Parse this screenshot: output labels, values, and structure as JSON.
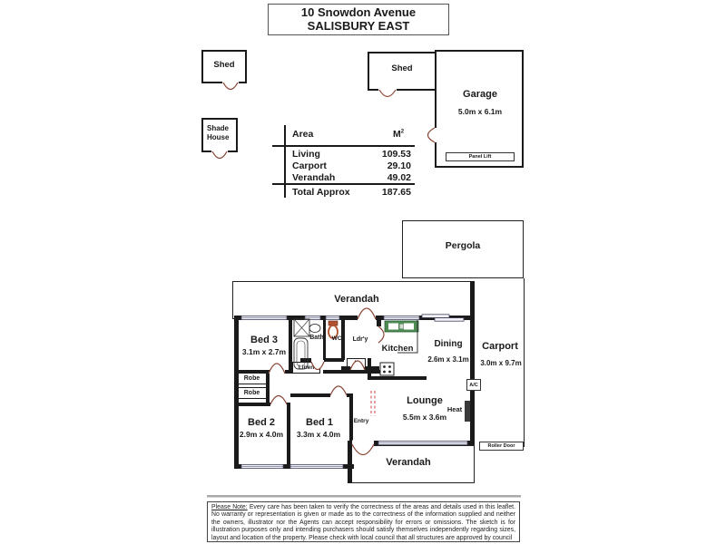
{
  "title": {
    "line1": "10 Snowdon Avenue",
    "line2": "SALISBURY EAST"
  },
  "outbuildings": {
    "shed_left": "Shed",
    "shade_house_line1": "Shade",
    "shade_house_line2": "House",
    "shed_right": "Shed",
    "garage": {
      "name": "Garage",
      "size": "5.0m x 6.1m",
      "door_label": "Panel Lift"
    },
    "pergola": "Pergola"
  },
  "area_table": {
    "col_area": "Area",
    "col_unit": "M",
    "col_unit_sup": "2",
    "rows": [
      {
        "label": "Living",
        "value": "109.53"
      },
      {
        "label": "Carport",
        "value": "29.10"
      },
      {
        "label": "Verandah",
        "value": "49.02"
      }
    ],
    "total_label": "Total Approx",
    "total_value": "187.65"
  },
  "floorplan": {
    "verandah_top": "Verandah",
    "verandah_bottom": "Verandah",
    "carport": {
      "name": "Carport",
      "size": "3.0m x 9.7m",
      "door_label": "Roller Door"
    },
    "bed1": {
      "name": "Bed 1",
      "size": "3.3m x 4.0m"
    },
    "bed2": {
      "name": "Bed 2",
      "size": "2.9m x 4.0m"
    },
    "bed3": {
      "name": "Bed 3",
      "size": "3.1m x 2.7m"
    },
    "lounge": {
      "name": "Lounge",
      "size": "5.5m x 3.6m"
    },
    "dining": {
      "name": "Dining",
      "size": "2.6m x 3.1m"
    },
    "kitchen": "Kitchen",
    "bath": "Bath",
    "wc": "WC",
    "laundry": "Ldr'y",
    "laundry_trough": "L",
    "linen": "Linen",
    "robe_top": "Robe",
    "robe_bottom": "Robe",
    "entry": "Entry",
    "heat": "Heat",
    "ac": "A/C"
  },
  "disclaimer": {
    "lead": "Please Note:",
    "body": "Every care has been taken to verify the correctness of the areas and details used in this leaflet. No warranty or representation is given or made as to the correctness of the information supplied and neither the owners, illustrator nor the Agents can accept responsibility for errors or omissions. The sketch is for illustration purposes only and intending purchasers should satisfy themselves independently regarding sizes, layout and location of the property. Please check with local council that all structures are approved by council"
  },
  "colors": {
    "wall": "#1a1a1a",
    "door_swing": "#8a4536",
    "window_fill": "#f2f2fa",
    "sink": "#4e8c54",
    "toilet": "#b2512f",
    "divider_dashed": "#cc4444"
  }
}
